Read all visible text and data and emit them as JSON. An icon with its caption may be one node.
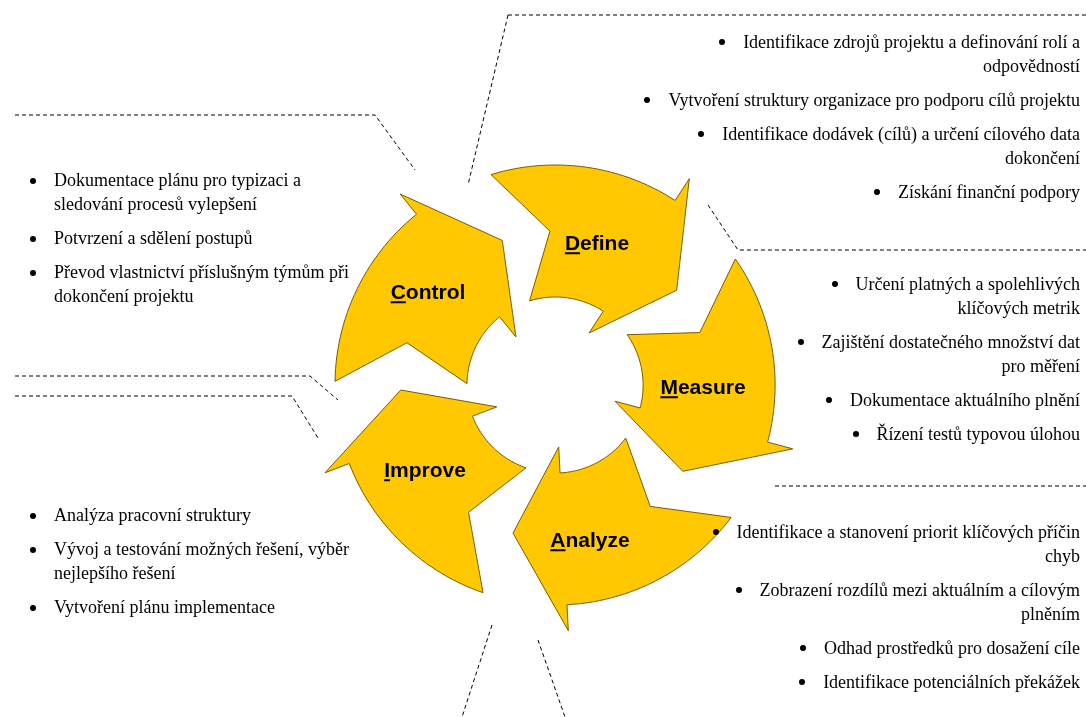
{
  "diagram": {
    "nodes": [
      {
        "text": [
          "Define"
        ],
        "beside": [
          "Identifikace zdrojů projektu a definování rolí a odpovědností",
          "Vytvoření struktury organizace pro podporu cílů projektu",
          "Identifikace dodávek (cílů) a určení cílového data dokončení",
          "Získání finanční podpory"
        ]
      },
      {
        "text": [
          "Measure"
        ],
        "beside": [
          "Určení platných a spolehlivých klíčových metrik",
          "Zajištění dostatečného množství dat pro měření",
          "Dokumentace aktuálního plnění",
          "Řízení testů typovou úlohou"
        ]
      },
      {
        "text": [
          "Analyze"
        ],
        "beside": [
          "Identifikace a stanovení priorit klíčových příčin chyb",
          "Zobrazení rozdílů mezi aktuálním a cílovým plněním",
          "Odhad prostředků pro dosažení cíle",
          "Identifikace potenciálních překážek"
        ]
      },
      {
        "text": [
          "Improve"
        ],
        "beside": [
          "Analýza pracovní struktury",
          "Vývoj a testování možných řešení, výběr nejlepšího řešení",
          "Vytvoření plánu implementace"
        ]
      },
      {
        "text": [
          "Control"
        ],
        "beside": [
          "Dokumentace plánu pro typizaci a sledování procesů vylepšení",
          "Potvrzení a sdělení postupů",
          "Převod vlastnictví příslušným týmům při dokončení projektu"
        ]
      }
    ]
  }
}
